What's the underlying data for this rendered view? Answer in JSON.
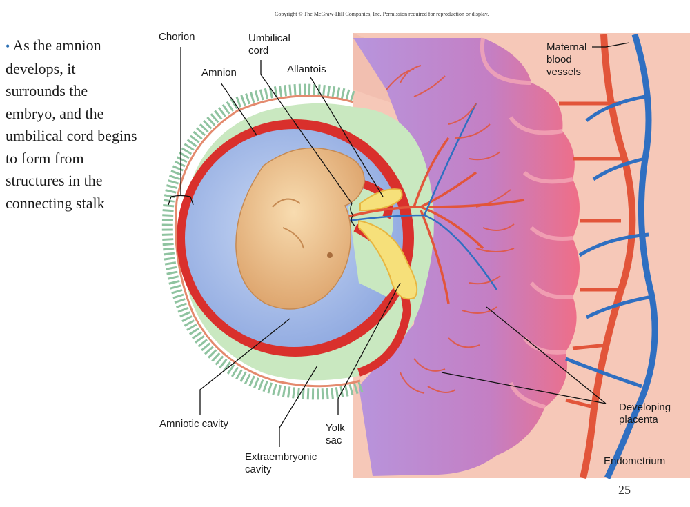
{
  "copyright": "Copyright © The McGraw-Hill Companies, Inc. Permission required for reproduction or display.",
  "bullet": {
    "lines": [
      "As the amnion",
      "develops, it",
      "surrounds the",
      "embryo, and the",
      "umbilical cord begins",
      "to form from",
      "structures in the",
      "connecting stalk"
    ]
  },
  "labels": {
    "chorion": "Chorion",
    "umbilical_cord": [
      "Umbilical",
      "cord"
    ],
    "amnion": "Amnion",
    "allantois": "Allantois",
    "maternal_blood_vessels": [
      "Maternal",
      "blood",
      "vessels"
    ],
    "amniotic_cavity": "Amniotic cavity",
    "yolk_sac": [
      "Yolk",
      "sac"
    ],
    "extraembryonic_cavity": [
      "Extraembryonic",
      "cavity"
    ],
    "developing_placenta": [
      "Developing",
      "placenta"
    ],
    "endometrium": "Endometrium"
  },
  "page_number": "25",
  "colors": {
    "endometrium": "#f6c8b8",
    "placenta_purple": "#b28ad8",
    "placenta_pink": "#ef6f8e",
    "chorion_green": "#c9e8c0",
    "amnion_red": "#d9302c",
    "amniotic_blue": "#9fb9e8",
    "embryo": "#efc48f",
    "yolk": "#f6e07a",
    "artery": "#e2553a",
    "vein": "#2f6fc1"
  }
}
